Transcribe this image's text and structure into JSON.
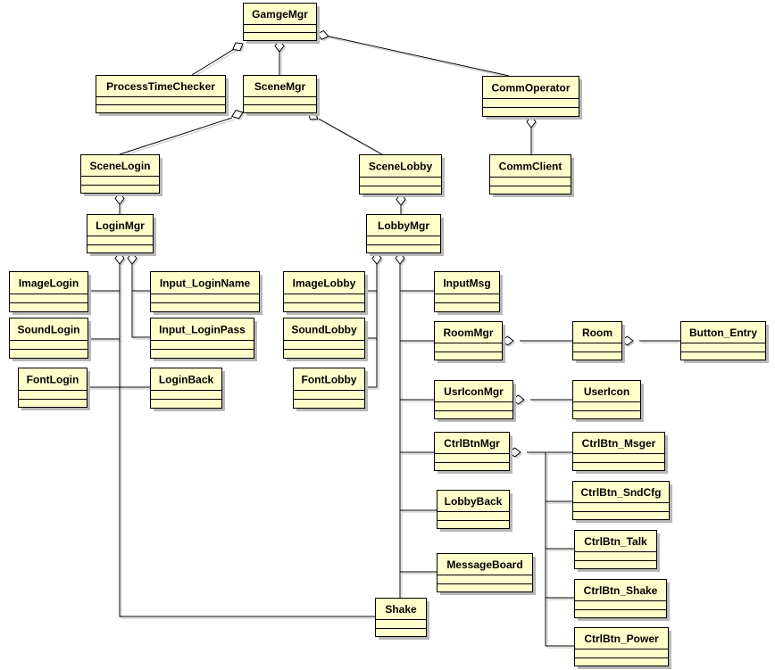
{
  "diagram": {
    "classes": [
      {
        "id": "gamgemgr",
        "name": "GamgeMgr"
      },
      {
        "id": "processtimechecker",
        "name": "ProcessTimeChecker"
      },
      {
        "id": "scenemgr",
        "name": "SceneMgr"
      },
      {
        "id": "commoperator",
        "name": "CommOperator"
      },
      {
        "id": "commclient",
        "name": "CommClient"
      },
      {
        "id": "scenelogin",
        "name": "SceneLogin"
      },
      {
        "id": "scenelobby",
        "name": "SceneLobby"
      },
      {
        "id": "loginmgr",
        "name": "LoginMgr"
      },
      {
        "id": "lobbymgr",
        "name": "LobbyMgr"
      },
      {
        "id": "imagelogin",
        "name": "ImageLogin"
      },
      {
        "id": "input-loginname",
        "name": "Input_LoginName"
      },
      {
        "id": "soundlogin",
        "name": "SoundLogin"
      },
      {
        "id": "input-loginpass",
        "name": "Input_LoginPass"
      },
      {
        "id": "fontlogin",
        "name": "FontLogin"
      },
      {
        "id": "loginback",
        "name": "LoginBack"
      },
      {
        "id": "imagelobby",
        "name": "ImageLobby"
      },
      {
        "id": "inputmsg",
        "name": "InputMsg"
      },
      {
        "id": "soundlobby",
        "name": "SoundLobby"
      },
      {
        "id": "roommgr",
        "name": "RoomMgr"
      },
      {
        "id": "room",
        "name": "Room"
      },
      {
        "id": "button-entry",
        "name": "Button_Entry"
      },
      {
        "id": "fontlobby",
        "name": "FontLobby"
      },
      {
        "id": "usriconmgr",
        "name": "UsrIconMgr"
      },
      {
        "id": "usericon",
        "name": "UserIcon"
      },
      {
        "id": "ctrlbtnmgr",
        "name": "CtrlBtnMgr"
      },
      {
        "id": "ctrlbtn-msger",
        "name": "CtrlBtn_Msger"
      },
      {
        "id": "ctrlbtn-sndcfg",
        "name": "CtrlBtn_SndCfg"
      },
      {
        "id": "lobbyback",
        "name": "LobbyBack"
      },
      {
        "id": "ctrlbtn-talk",
        "name": "CtrlBtn_Talk"
      },
      {
        "id": "messageboard",
        "name": "MessageBoard"
      },
      {
        "id": "ctrlbtn-shake",
        "name": "CtrlBtn_Shake"
      },
      {
        "id": "shake",
        "name": "Shake"
      },
      {
        "id": "ctrlbtn-power",
        "name": "CtrlBtn_Power"
      }
    ],
    "aggregations": [
      {
        "whole": "GamgeMgr",
        "part": "ProcessTimeChecker"
      },
      {
        "whole": "GamgeMgr",
        "part": "SceneMgr"
      },
      {
        "whole": "GamgeMgr",
        "part": "CommOperator"
      },
      {
        "whole": "CommOperator",
        "part": "CommClient"
      },
      {
        "whole": "SceneMgr",
        "part": "SceneLogin"
      },
      {
        "whole": "SceneMgr",
        "part": "SceneLobby"
      },
      {
        "whole": "SceneLogin",
        "part": "LoginMgr"
      },
      {
        "whole": "SceneLobby",
        "part": "LobbyMgr"
      },
      {
        "whole": "LoginMgr",
        "part": "ImageLogin"
      },
      {
        "whole": "LoginMgr",
        "part": "SoundLogin"
      },
      {
        "whole": "LoginMgr",
        "part": "FontLogin"
      },
      {
        "whole": "LoginMgr",
        "part": "Input_LoginName"
      },
      {
        "whole": "LoginMgr",
        "part": "Input_LoginPass"
      },
      {
        "whole": "LoginMgr",
        "part": "LoginBack"
      },
      {
        "whole": "LoginMgr",
        "part": "Shake"
      },
      {
        "whole": "LobbyMgr",
        "part": "ImageLobby"
      },
      {
        "whole": "LobbyMgr",
        "part": "SoundLobby"
      },
      {
        "whole": "LobbyMgr",
        "part": "FontLobby"
      },
      {
        "whole": "LobbyMgr",
        "part": "InputMsg"
      },
      {
        "whole": "LobbyMgr",
        "part": "RoomMgr"
      },
      {
        "whole": "LobbyMgr",
        "part": "UsrIconMgr"
      },
      {
        "whole": "LobbyMgr",
        "part": "CtrlBtnMgr"
      },
      {
        "whole": "LobbyMgr",
        "part": "LobbyBack"
      },
      {
        "whole": "LobbyMgr",
        "part": "MessageBoard"
      },
      {
        "whole": "LobbyMgr",
        "part": "Shake"
      },
      {
        "whole": "RoomMgr",
        "part": "Room"
      },
      {
        "whole": "Room",
        "part": "Button_Entry"
      },
      {
        "whole": "UsrIconMgr",
        "part": "UserIcon"
      },
      {
        "whole": "CtrlBtnMgr",
        "part": "CtrlBtn_Msger"
      },
      {
        "whole": "CtrlBtnMgr",
        "part": "CtrlBtn_SndCfg"
      },
      {
        "whole": "CtrlBtnMgr",
        "part": "CtrlBtn_Talk"
      },
      {
        "whole": "CtrlBtnMgr",
        "part": "CtrlBtn_Shake"
      },
      {
        "whole": "CtrlBtnMgr",
        "part": "CtrlBtn_Power"
      }
    ],
    "colors": {
      "class_fill": "#ffffcc",
      "class_border": "#000000",
      "shadow": "#b8b8b8",
      "edge": "#000000",
      "diamond_fill": "#ffffff"
    }
  }
}
